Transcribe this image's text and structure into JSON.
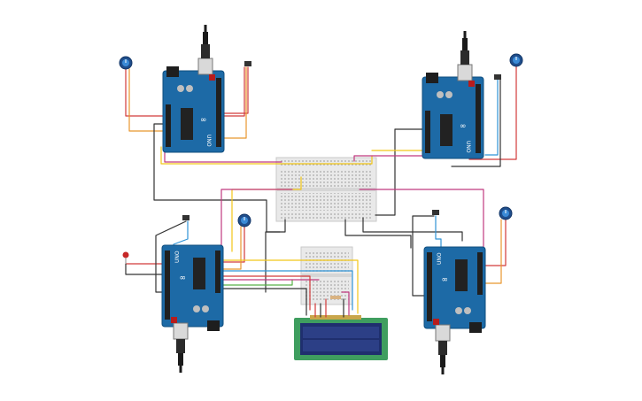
{
  "boards": [
    {
      "id": "arduino-top-left",
      "brand_text": "UNO",
      "logo_text": "∞"
    },
    {
      "id": "arduino-top-right",
      "brand_text": "UNO",
      "logo_text": "∞"
    },
    {
      "id": "arduino-bottom-left",
      "brand_text": "UNO",
      "logo_text": "∞"
    },
    {
      "id": "arduino-bottom-right",
      "brand_text": "UNO",
      "logo_text": "∞"
    }
  ],
  "components": {
    "breadboards": [
      "main-breadboard",
      "mini-breadboard"
    ],
    "lcd": {
      "name": "lcd-16x2",
      "rows": 2,
      "cols": 16
    },
    "potentiometers": 4,
    "led_color": "red",
    "usb_connectors": 4
  },
  "colors": {
    "board_blue": "#1d6aa6",
    "board_dark": "#0f4d7e",
    "wire_red": "#d23a3a",
    "wire_black": "#333333",
    "wire_orange": "#e8962e",
    "wire_yellow": "#f2c617",
    "wire_magenta": "#c0397f",
    "wire_blue": "#2f93d6",
    "wire_green": "#58b047",
    "lcd_bezel": "#3f9e5f",
    "lcd_screen": "#1f2f6e",
    "breadboard": "#e9e9e9"
  }
}
